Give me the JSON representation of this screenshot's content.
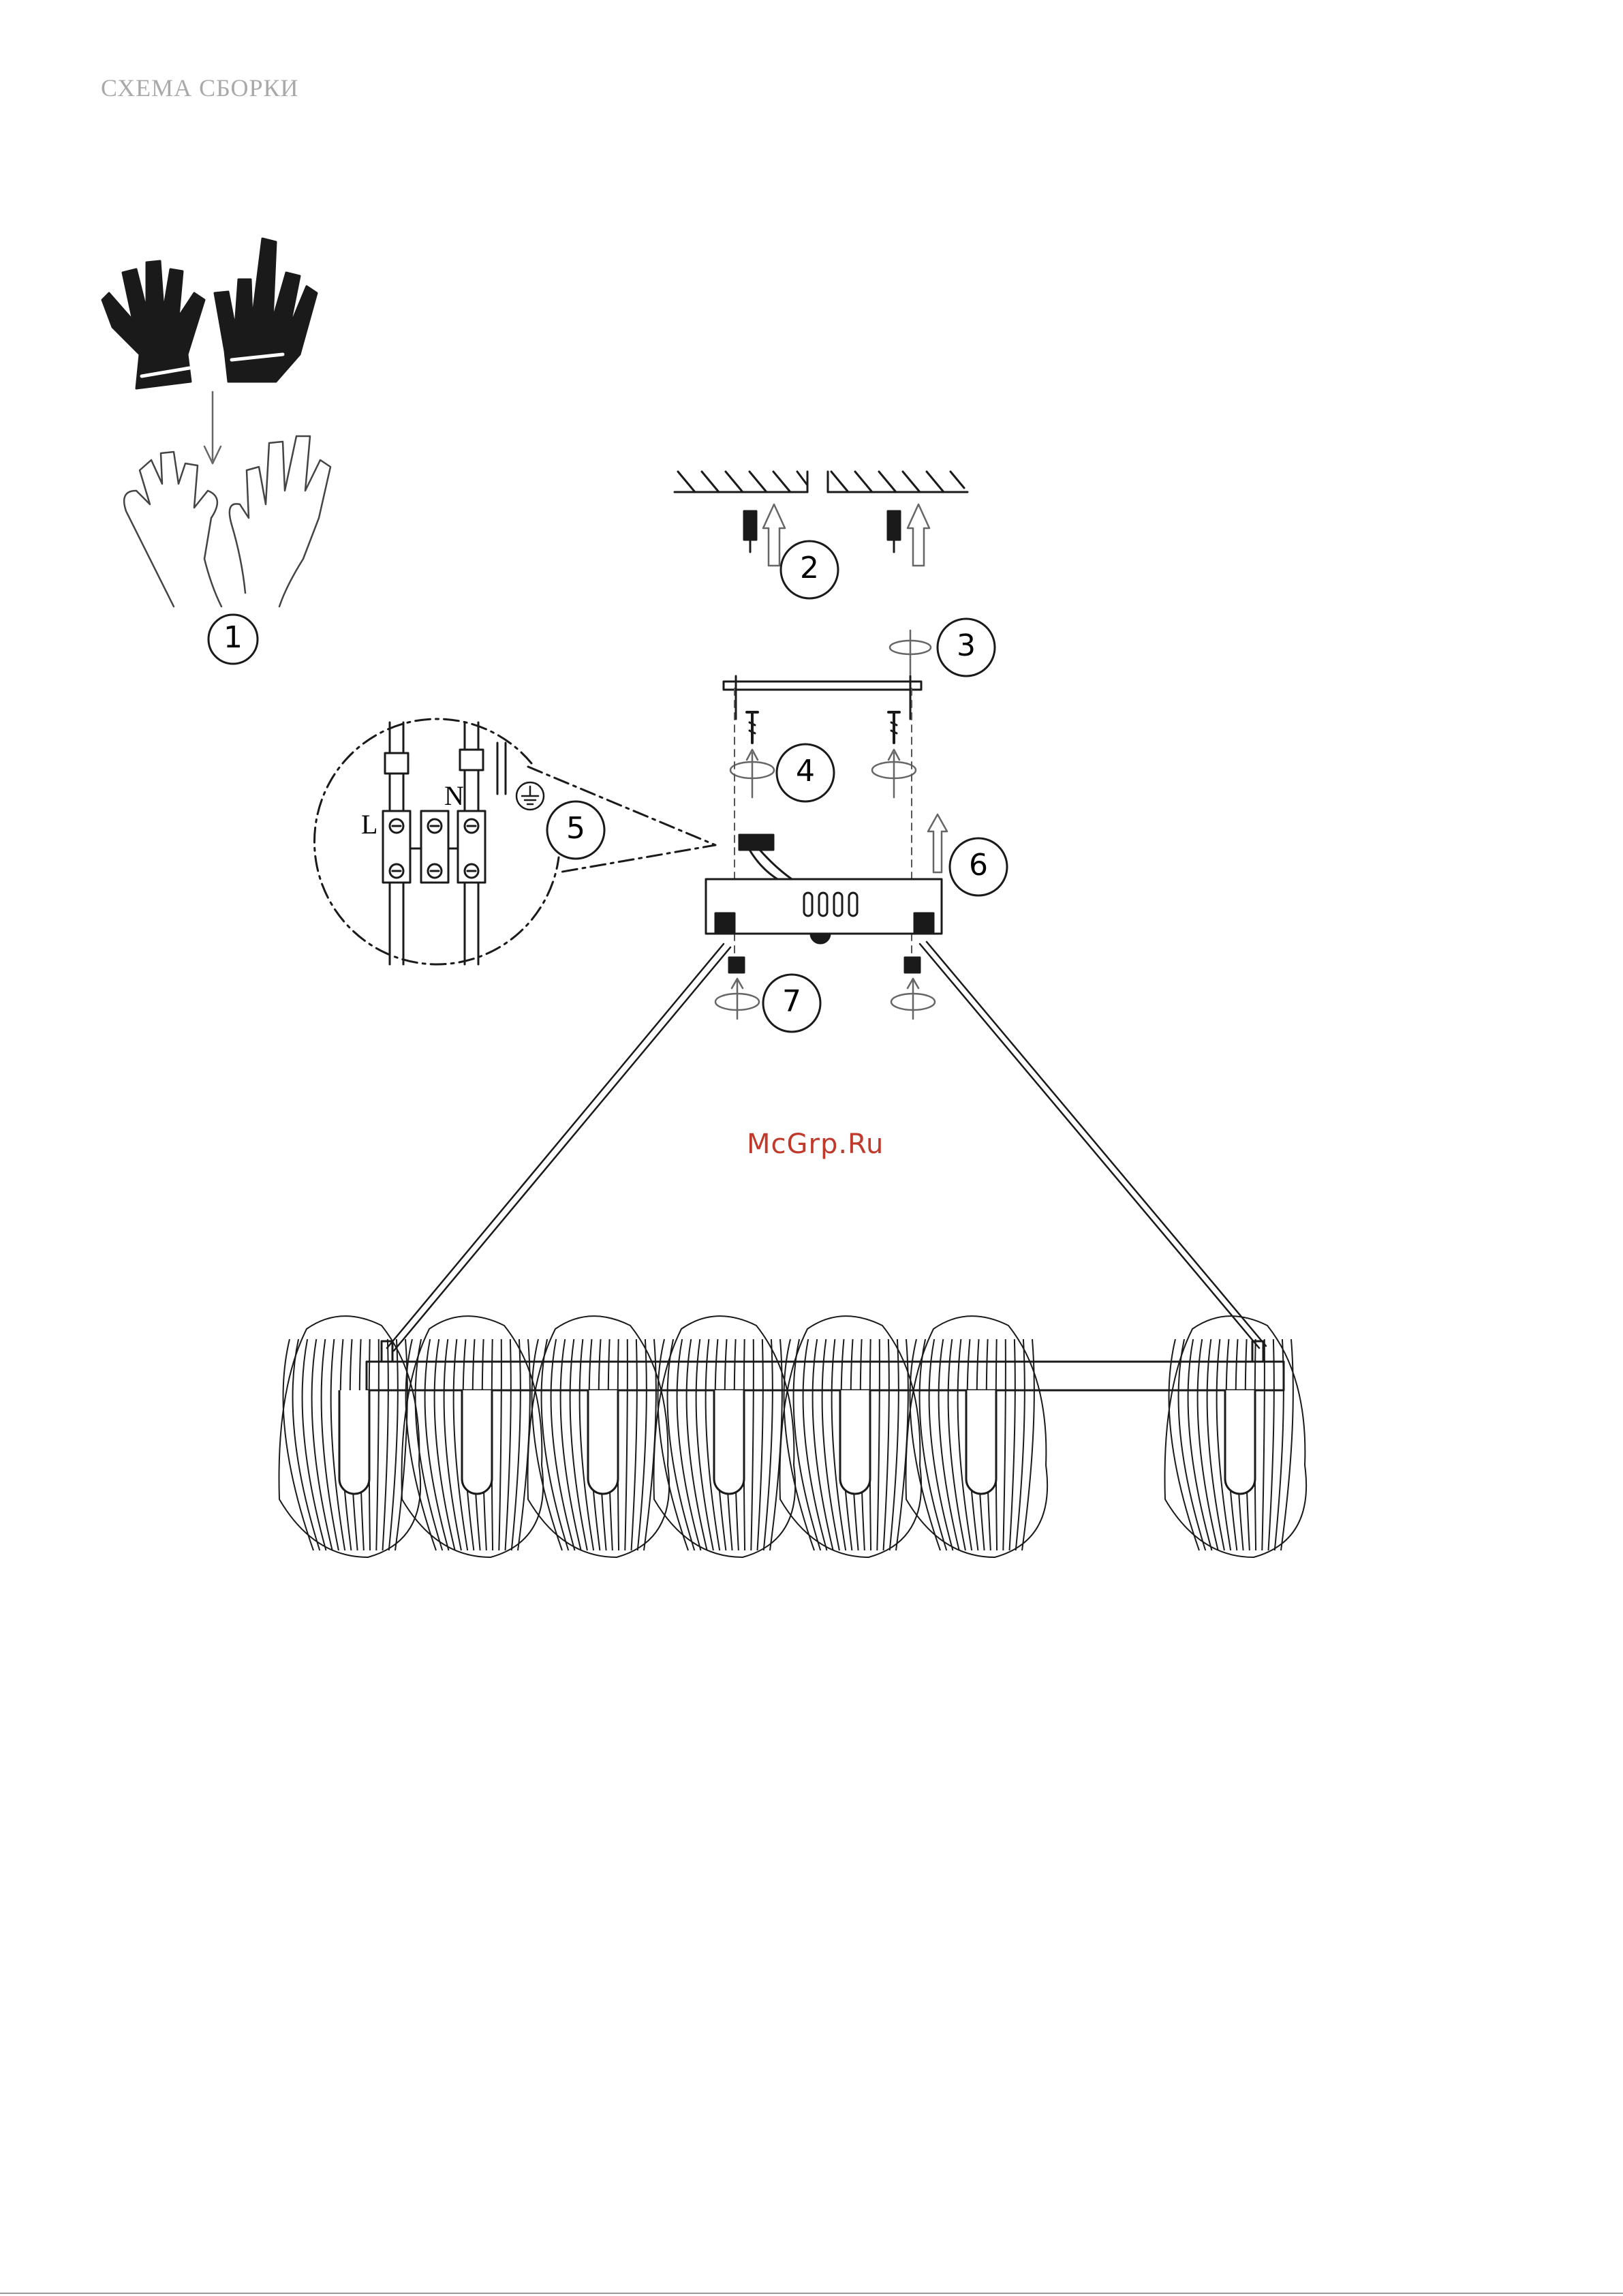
{
  "page": {
    "title": "СХЕМА СБОРКИ",
    "watermark": "McGrp.Ru"
  },
  "steps": [
    "1",
    "2",
    "3",
    "4",
    "5",
    "6",
    "7"
  ],
  "wiring": {
    "label_L": "L",
    "label_N": "N"
  },
  "icons": [
    "gloves-icon",
    "bare-hands-icon",
    "ground-symbol-icon",
    "screw-icon",
    "dowel-icon",
    "arrow-up-icon"
  ],
  "colors": {
    "title": "#a9a9a9",
    "watermark": "#c0392b",
    "line": "#1a1a1a"
  }
}
